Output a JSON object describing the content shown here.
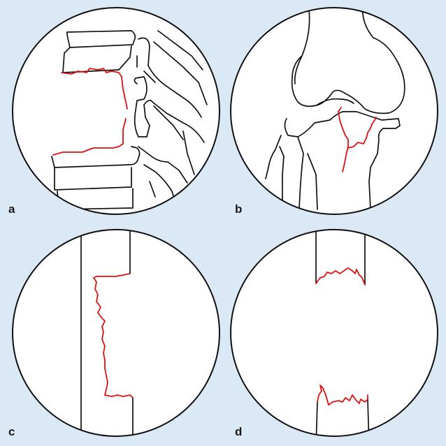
{
  "panels": {
    "a": {
      "label": "a"
    },
    "b": {
      "label": "b"
    },
    "c": {
      "label": "c"
    },
    "d": {
      "label": "d"
    }
  },
  "colors": {
    "background": "#dbe9f7",
    "circle_fill": "#ffffff",
    "outline": "#111111",
    "fracture_line": "#e01010"
  }
}
